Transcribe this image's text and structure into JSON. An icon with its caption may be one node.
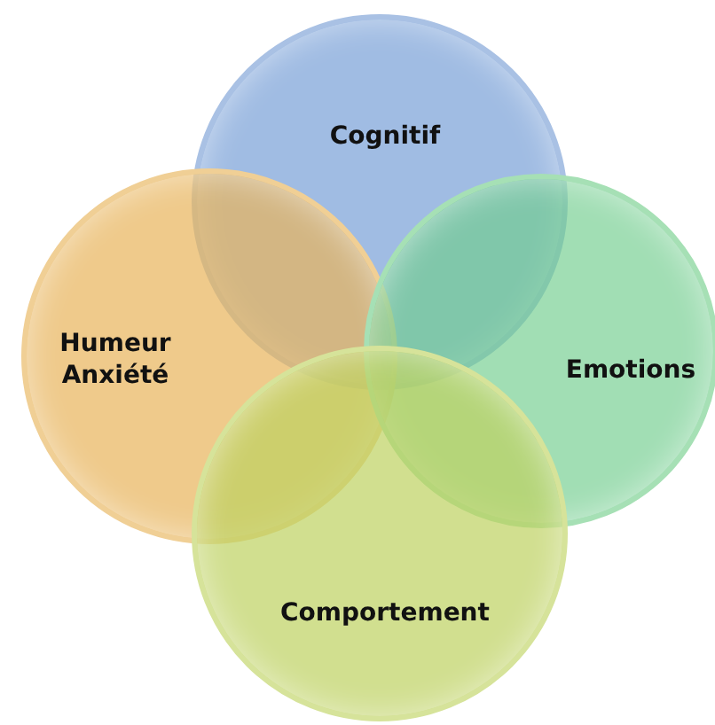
{
  "diagram": {
    "nodes": [
      {
        "text": [
          "Cognitif"
        ]
      },
      {
        "text": [
          "Humeur Anxiété"
        ]
      },
      {
        "text": [
          "Emotions"
        ]
      },
      {
        "text": [
          "Comportement"
        ]
      }
    ]
  }
}
